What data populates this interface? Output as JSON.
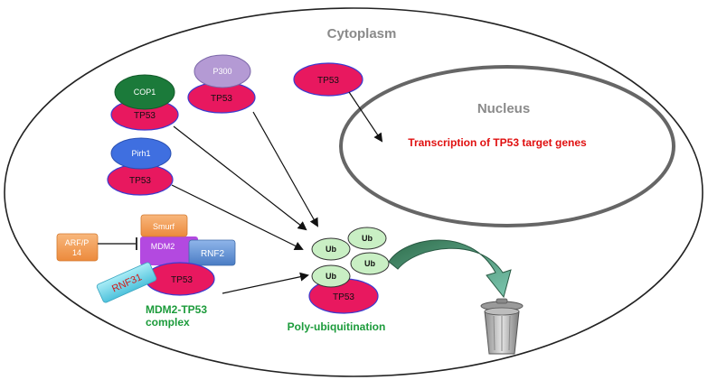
{
  "compartments": {
    "cytoplasm": "Cytoplasm",
    "nucleus": "Nucleus"
  },
  "nucleus_text": "Transcription of  TP53 target genes",
  "complexes": {
    "cop1": {
      "partner": "COP1",
      "target": "TP53"
    },
    "p300": {
      "partner": "P300",
      "target": "TP53"
    },
    "pirh1": {
      "partner": "Pirh1",
      "target": "TP53"
    },
    "free_tp53": "TP53"
  },
  "mdm2_complex": {
    "arf": "ARF/P\n14",
    "smurf": "Smurf",
    "mdm2": "MDM2",
    "rnf2": "RNF2",
    "rnf31": "RNF31",
    "tp53": "TP53",
    "caption": "MDM2-TP53\ncomplex"
  },
  "ubiquitination": {
    "ub_labels": [
      "Ub",
      "Ub",
      "Ub",
      "Ub"
    ],
    "tp53": "TP53",
    "caption": "Poly-ubiquitination"
  },
  "colors": {
    "tp53": "#e8185f",
    "cop1": "#1b7a3a",
    "p300": "#b49ad4",
    "pirh1": "#3f6fe0",
    "ub": "#c9efc4",
    "arf": "#f39a52",
    "smurf": "#f39a52",
    "mdm2": "#b349e0",
    "rnf2": "#5b8fd6",
    "rnf31": "#6fd3e8",
    "nucleus_text": "#e01010",
    "caption_green": "#1c9b3b"
  },
  "icons": [
    "trash-can-icon"
  ]
}
